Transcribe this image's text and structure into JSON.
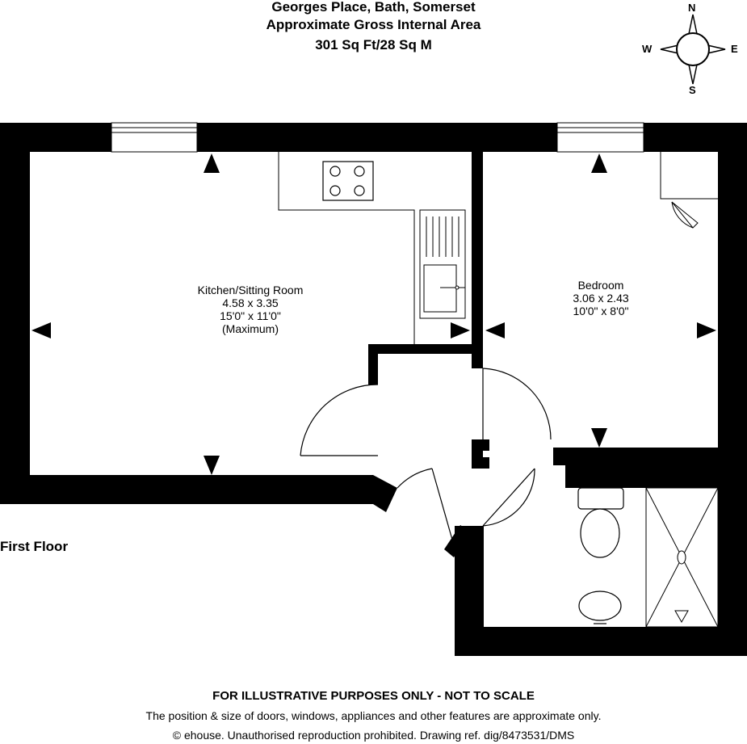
{
  "header": {
    "address": "Georges Place, Bath, Somerset",
    "area_title": "Approximate Gross Internal Area",
    "area_value": "301 Sq Ft/28 Sq M"
  },
  "compass": {
    "north": "N",
    "south": "S",
    "east": "E",
    "west": "W"
  },
  "floor_label": "First Floor",
  "rooms": {
    "kitchen": {
      "name": "Kitchen/Sitting Room",
      "metric": "4.58 x 3.35",
      "imperial": "15'0\" x 11'0\"",
      "note": "(Maximum)"
    },
    "bedroom": {
      "name": "Bedroom",
      "metric": "3.06 x 2.43",
      "imperial": "10'0\" x 8'0\""
    }
  },
  "footer": {
    "disclaimer": "FOR ILLUSTRATIVE PURPOSES ONLY - NOT TO SCALE",
    "note": "The position & size of doors, windows, appliances and other features are approximate only.",
    "copyright": "© ehouse. Unauthorised reproduction prohibited. Drawing ref. dig/8473531/DMS"
  }
}
